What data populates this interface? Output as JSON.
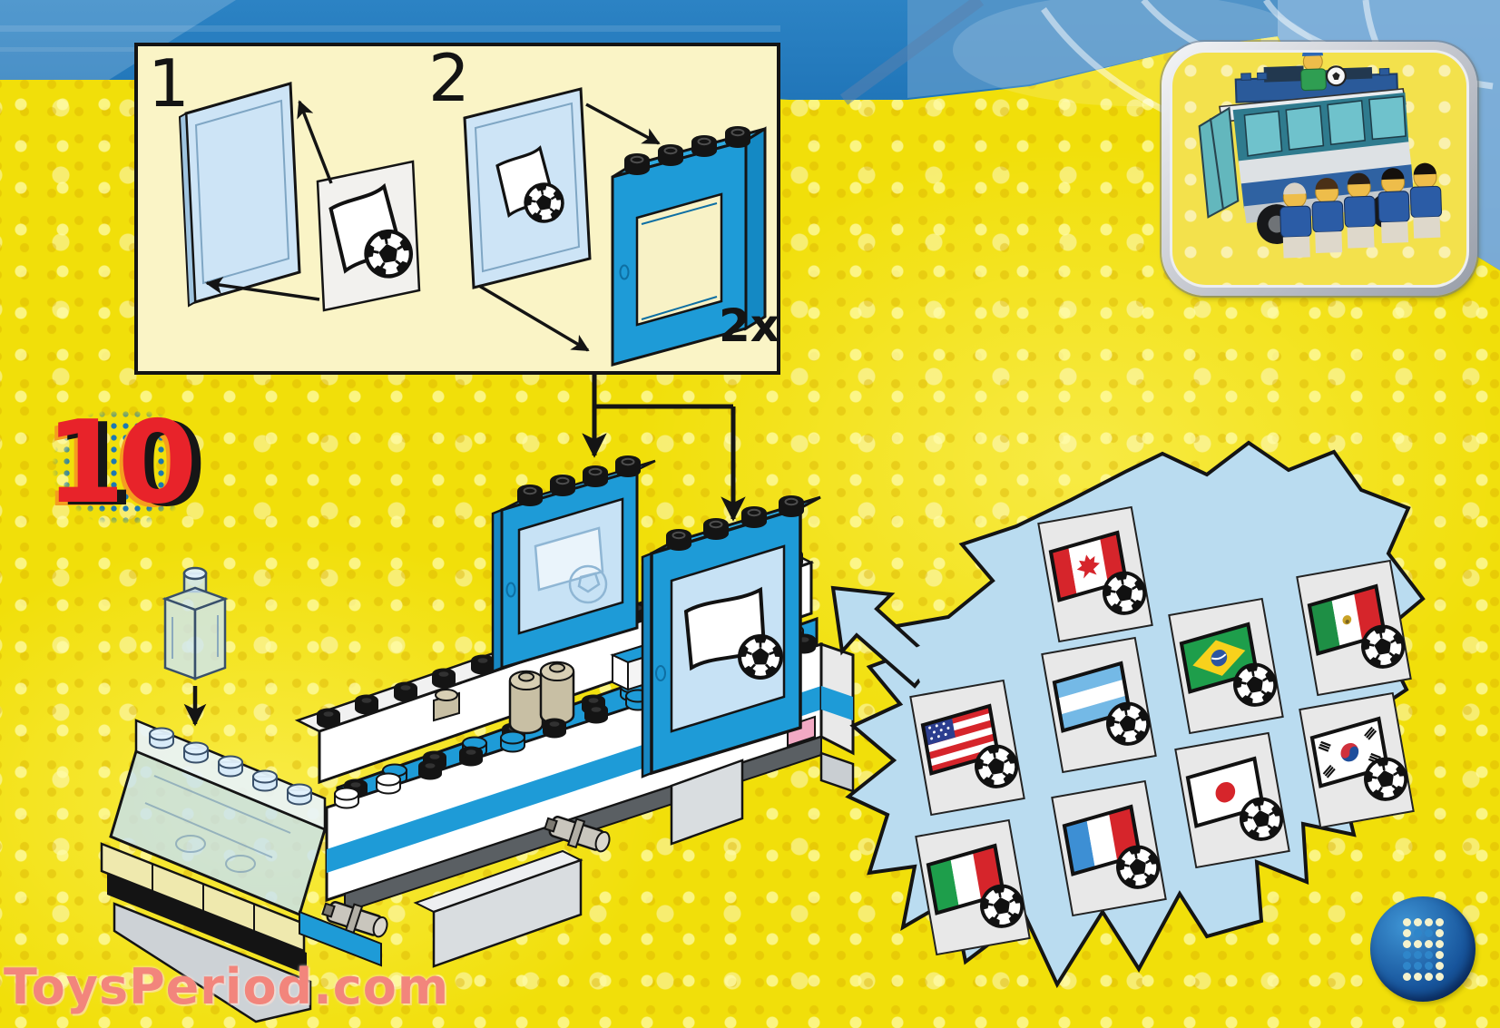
{
  "page": {
    "title": "LEGO building instructions page - soccer team bus",
    "step_number": "10",
    "page_number": "9",
    "page_number_dot_matrix": [
      "1111",
      "1001",
      "1111",
      "0001",
      "0001",
      "1111"
    ],
    "watermark": "ToysPeriod.com"
  },
  "instruction_box": {
    "substeps": [
      {
        "label": "1",
        "icon": "clear-window-pane-with-soccer-flag-sticker"
      },
      {
        "label": "2",
        "icon": "sticker-pane-inserted-into-blue-window-frame"
      }
    ],
    "quantity_label": "2x"
  },
  "main_diagram": {
    "icon": "bus-chassis-assembly-diagram",
    "parts": [
      "trans-clear-brick",
      "blue-window-frame-with-soccer-sticker",
      "blue-window-frame-with-soccer-sticker",
      "white-and-blue-bus-chassis-with-windscreen"
    ]
  },
  "callout": {
    "icon": "sticker-options-balloon",
    "flag_stickers": [
      "canada-flag-soccer-sticker",
      "mexico-flag-soccer-sticker",
      "brazil-flag-soccer-sticker",
      "argentina-flag-soccer-sticker",
      "usa-flag-soccer-sticker",
      "south-korea-flag-soccer-sticker",
      "japan-flag-soccer-sticker",
      "france-flag-soccer-sticker",
      "italy-flag-soccer-sticker"
    ]
  },
  "inset_photo": {
    "icon": "finished-team-bus-model-photo"
  },
  "colors": {
    "background_yellow": "#F1DF0A",
    "band_blue": "#1B6FB3",
    "lego_blue": "#1E9BD7",
    "balloon_blue": "#BADCF0",
    "step_red": "#E8232A",
    "accent_orange": "#F59E1E",
    "watermark_pink": "#F2857C",
    "box_cream": "#FAF4C6",
    "page_circle_blue": "#17549B"
  }
}
